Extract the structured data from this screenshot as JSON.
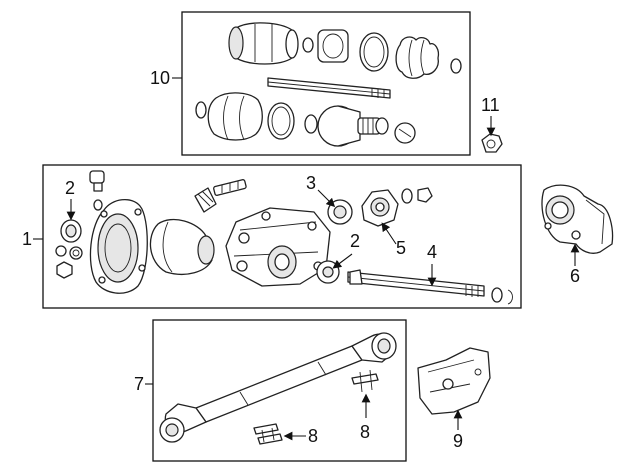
{
  "diagram": {
    "callouts": [
      "1",
      "2",
      "3",
      "2",
      "4",
      "5",
      "6",
      "7",
      "8",
      "8",
      "9",
      "10",
      "11"
    ]
  }
}
